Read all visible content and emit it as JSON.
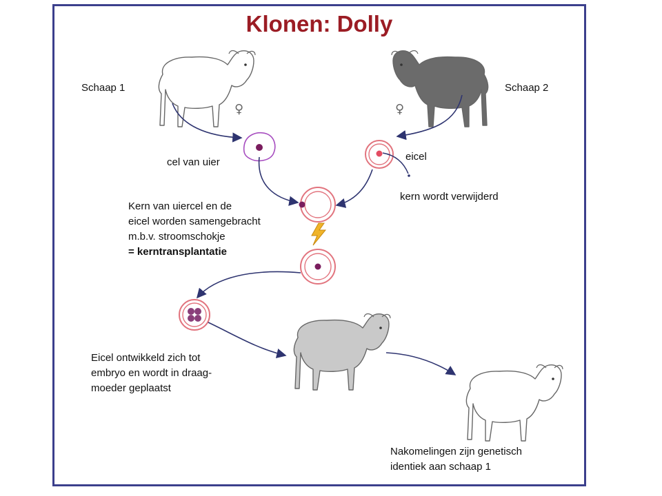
{
  "title": "Klonen: Dolly",
  "labels": {
    "sheep1": "Schaap 1",
    "sheep2": "Schaap 2",
    "udder_cell": "cel van uier",
    "egg_cell": "eicel",
    "nucleus_removed": "kern wordt verwijderd",
    "fusion_line1": "Kern van uiercel en de",
    "fusion_line2": "eicel worden samengebracht",
    "fusion_line3": "m.b.v. stroomschokje",
    "fusion_line4": "= kerntransplantatie",
    "embryo_line1": "Eicel ontwikkeld zich tot",
    "embryo_line2": "embryo en wordt in draag-",
    "embryo_line3": "moeder geplaatst",
    "offspring_line1": "Nakomelingen zijn genetisch",
    "offspring_line2": "identiek aan schaap 1"
  },
  "symbols": {
    "female_symbol": "♀"
  },
  "colors": {
    "frame": "#3b3f8c",
    "title": "#9b1c24",
    "arrow": "#2e3470",
    "cell_ring": "#e2747e",
    "nucleus": "#7a1d5e",
    "egg_nucleus": "#e34c62",
    "sheep_white": "#ffffff",
    "sheep_dark": "#6b6b6b",
    "sheep_gray": "#c9c9c9",
    "shock": "#f0b429"
  },
  "icons": {
    "sheep_white": "sheep-icon",
    "sheep_dark": "sheep-icon",
    "lightning": "lightning-bolt-icon"
  }
}
